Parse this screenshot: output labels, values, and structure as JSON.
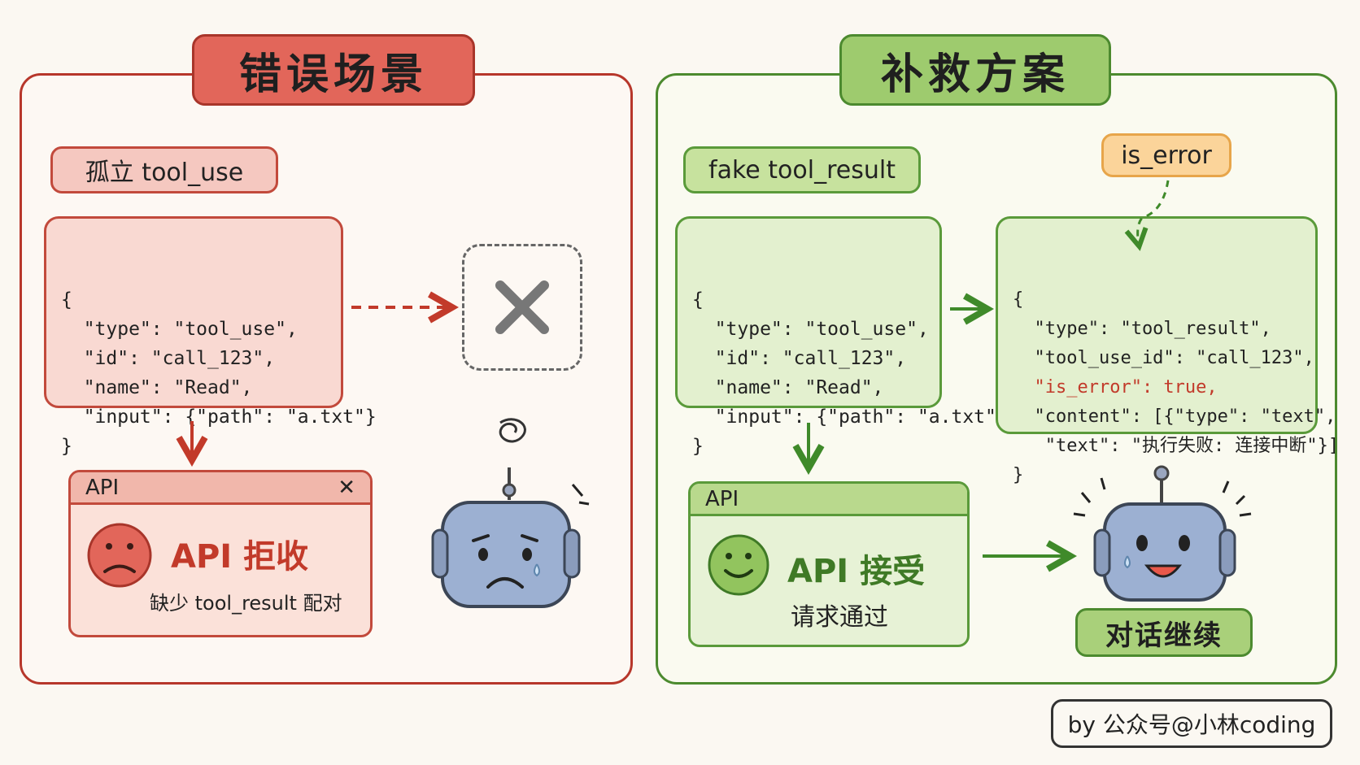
{
  "left": {
    "title": "错误场景",
    "label": "孤立 tool_use",
    "code_lines": [
      "{",
      "  \"type\": \"tool_use\",",
      "  \"id\": \"call_123\",",
      "  \"name\": \"Read\",",
      "  \"input\": {\"path\": \"a.txt\"}",
      "}"
    ],
    "api_bar": "API",
    "api_close": "✕",
    "api_result": "API 拒收",
    "api_reason": "缺少 tool_result 配对"
  },
  "right": {
    "title": "补救方案",
    "label": "fake tool_result",
    "error_label": "is_error",
    "code_lines": [
      "{",
      "  \"type\": \"tool_use\",",
      "  \"id\": \"call_123\",",
      "  \"name\": \"Read\",",
      "  \"input\": {\"path\": \"a.txt\"}",
      "}"
    ],
    "result_lines": [
      "{",
      "  \"type\": \"tool_result\",",
      "  \"tool_use_id\": \"call_123\",",
      "  \"is_error\": true,",
      "  \"content\": [{\"type\": \"text\",",
      "   \"text\": \"执行失败: 连接中断\"}]",
      "}"
    ],
    "api_bar": "API",
    "api_result": "API 接受",
    "api_reason": "请求通过",
    "continue": "对话继续"
  },
  "credit": "by 公众号@小林coding",
  "colors": {
    "error_red": "#c23a2a",
    "success_green": "#4c8a2f",
    "highlight_orange": "#e7a54a"
  },
  "icons": [
    "cross-icon",
    "sad-face-icon",
    "smile-face-icon",
    "confused-robot-icon",
    "happy-robot-icon"
  ]
}
